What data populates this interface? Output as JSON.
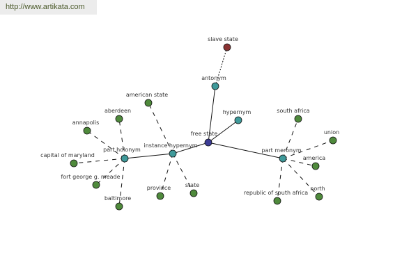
{
  "watermark": "http://www.artikata.com",
  "colors": {
    "root": "#3c3c96",
    "relation": "#3f9a9a",
    "term": "#4f8a3c",
    "antonym_term": "#8a3232"
  },
  "nodes": [
    {
      "id": "free_state",
      "label": "free state",
      "kind": "root"
    },
    {
      "id": "antonym",
      "label": "antonym",
      "kind": "relation"
    },
    {
      "id": "slave_state",
      "label": "slave state",
      "kind": "antonym_term"
    },
    {
      "id": "hypernym",
      "label": "hypernym",
      "kind": "relation"
    },
    {
      "id": "instance_hypernym",
      "label": "instance hypernym",
      "kind": "relation"
    },
    {
      "id": "part_holonym",
      "label": "part holonym",
      "kind": "relation"
    },
    {
      "id": "part_meronym",
      "label": "part meronym",
      "kind": "relation"
    },
    {
      "id": "american_state",
      "label": "american state",
      "kind": "term"
    },
    {
      "id": "aberdeen",
      "label": "aberdeen",
      "kind": "term"
    },
    {
      "id": "annapolis",
      "label": "annapolis",
      "kind": "term"
    },
    {
      "id": "capital_of_maryland",
      "label": "capital of maryland",
      "kind": "term"
    },
    {
      "id": "fort_george_g_meade",
      "label": "fort george g. meade",
      "kind": "term"
    },
    {
      "id": "baltimore",
      "label": "baltimore",
      "kind": "term"
    },
    {
      "id": "province",
      "label": "province",
      "kind": "term"
    },
    {
      "id": "state",
      "label": "state",
      "kind": "term"
    },
    {
      "id": "south_africa",
      "label": "south africa",
      "kind": "term"
    },
    {
      "id": "union",
      "label": "union",
      "kind": "term"
    },
    {
      "id": "america",
      "label": "america",
      "kind": "term"
    },
    {
      "id": "north",
      "label": "north",
      "kind": "term"
    },
    {
      "id": "republic_of_south_africa",
      "label": "republic of south africa",
      "kind": "term"
    }
  ],
  "edges": [
    {
      "from": "free_state",
      "to": "antonym",
      "style": "solid"
    },
    {
      "from": "antonym",
      "to": "slave_state",
      "style": "dotted"
    },
    {
      "from": "free_state",
      "to": "hypernym",
      "style": "solid"
    },
    {
      "from": "free_state",
      "to": "instance_hypernym",
      "style": "solid"
    },
    {
      "from": "instance_hypernym",
      "to": "part_holonym",
      "style": "solid"
    },
    {
      "from": "free_state",
      "to": "part_meronym",
      "style": "solid"
    },
    {
      "from": "instance_hypernym",
      "to": "american_state",
      "style": "dashed"
    },
    {
      "from": "instance_hypernym",
      "to": "province",
      "style": "dashed"
    },
    {
      "from": "instance_hypernym",
      "to": "state",
      "style": "dashed"
    },
    {
      "from": "part_holonym",
      "to": "aberdeen",
      "style": "dashed"
    },
    {
      "from": "part_holonym",
      "to": "annapolis",
      "style": "dashed"
    },
    {
      "from": "part_holonym",
      "to": "capital_of_maryland",
      "style": "dashed"
    },
    {
      "from": "part_holonym",
      "to": "fort_george_g_meade",
      "style": "dashed"
    },
    {
      "from": "part_holonym",
      "to": "baltimore",
      "style": "dashed"
    },
    {
      "from": "part_meronym",
      "to": "south_africa",
      "style": "dashed"
    },
    {
      "from": "part_meronym",
      "to": "union",
      "style": "dashed"
    },
    {
      "from": "part_meronym",
      "to": "america",
      "style": "dashed"
    },
    {
      "from": "part_meronym",
      "to": "north",
      "style": "dashed"
    },
    {
      "from": "part_meronym",
      "to": "republic_of_south_africa",
      "style": "dashed"
    }
  ]
}
